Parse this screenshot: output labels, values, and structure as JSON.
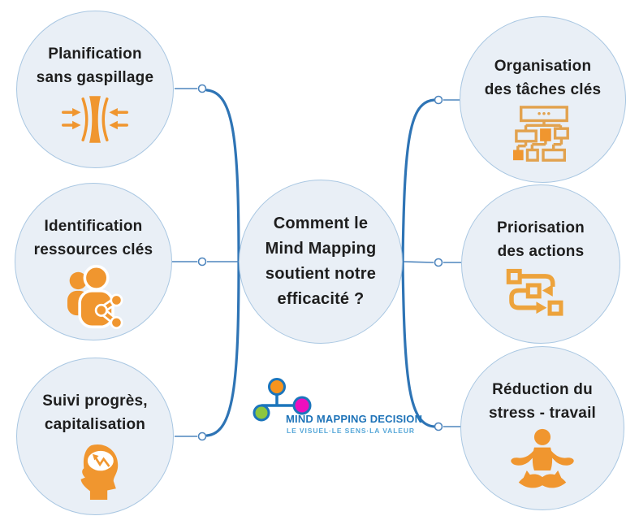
{
  "diagram": {
    "center": {
      "label": "Comment le Mind Mapping soutient notre efficacité ?",
      "lines": [
        "Comment le",
        "Mind Mapping",
        "soutient notre",
        "efficacité ?"
      ]
    },
    "branches": [
      {
        "side": "left",
        "icon": "converging-arrows-icon",
        "label": "Planification sans gaspillage",
        "lines": [
          "Planification",
          "sans gaspillage"
        ]
      },
      {
        "side": "left",
        "icon": "people-share-icon",
        "label": "Identification ressources clés",
        "lines": [
          "Identification",
          "ressources clés"
        ]
      },
      {
        "side": "left",
        "icon": "head-progress-icon",
        "label": "Suivi progrès, capitalisation",
        "lines": [
          "Suivi progrès,",
          "capitalisation"
        ]
      },
      {
        "side": "right",
        "icon": "org-chart-icon",
        "label": "Organisation des tâches clés",
        "lines": [
          "Organisation",
          "des tâches clés"
        ]
      },
      {
        "side": "right",
        "icon": "workflow-arrows-icon",
        "label": "Priorisation des actions",
        "lines": [
          "Priorisation",
          "des actions"
        ]
      },
      {
        "side": "right",
        "icon": "meditation-icon",
        "label": "Réduction du stress - travail",
        "lines": [
          "Réduction du",
          "stress - travail"
        ]
      }
    ]
  },
  "logo": {
    "name": "MIND MAPPING DECISION",
    "tagline": "LE VISUEL·LE SENS·LA VALEUR"
  },
  "colors": {
    "icon_orange": "#F0962F",
    "icon_orange_outline": "#E2A24E",
    "connector_blue": "#2E74B5",
    "thin_line_blue": "#4F86BE",
    "node_fill": "#E9EFF6",
    "node_border": "#A9C7E2",
    "text": "#1E1E1E",
    "logo_blue": "#1B75BC",
    "logo_tagline_blue": "#56A7D8",
    "logo_orange": "#F7941D",
    "logo_magenta": "#EC0FBE",
    "logo_green": "#8DC63F"
  }
}
